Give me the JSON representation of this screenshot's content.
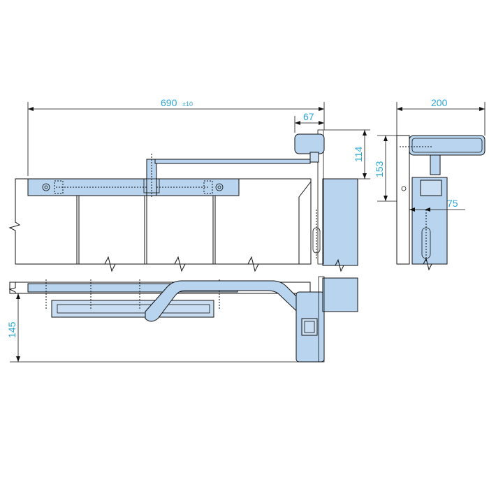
{
  "dimensions": {
    "overall_width": "690",
    "overall_width_tolerance": "±10",
    "arm_offset": "67",
    "head_height_114": "114",
    "side_width_200": "200",
    "side_height_153": "153",
    "side_offset_75": "75",
    "plan_depth_145": "145"
  },
  "colors": {
    "dimension": "#2aa6d6",
    "part_fill": "#b8d4ee",
    "outline": "#111111"
  }
}
